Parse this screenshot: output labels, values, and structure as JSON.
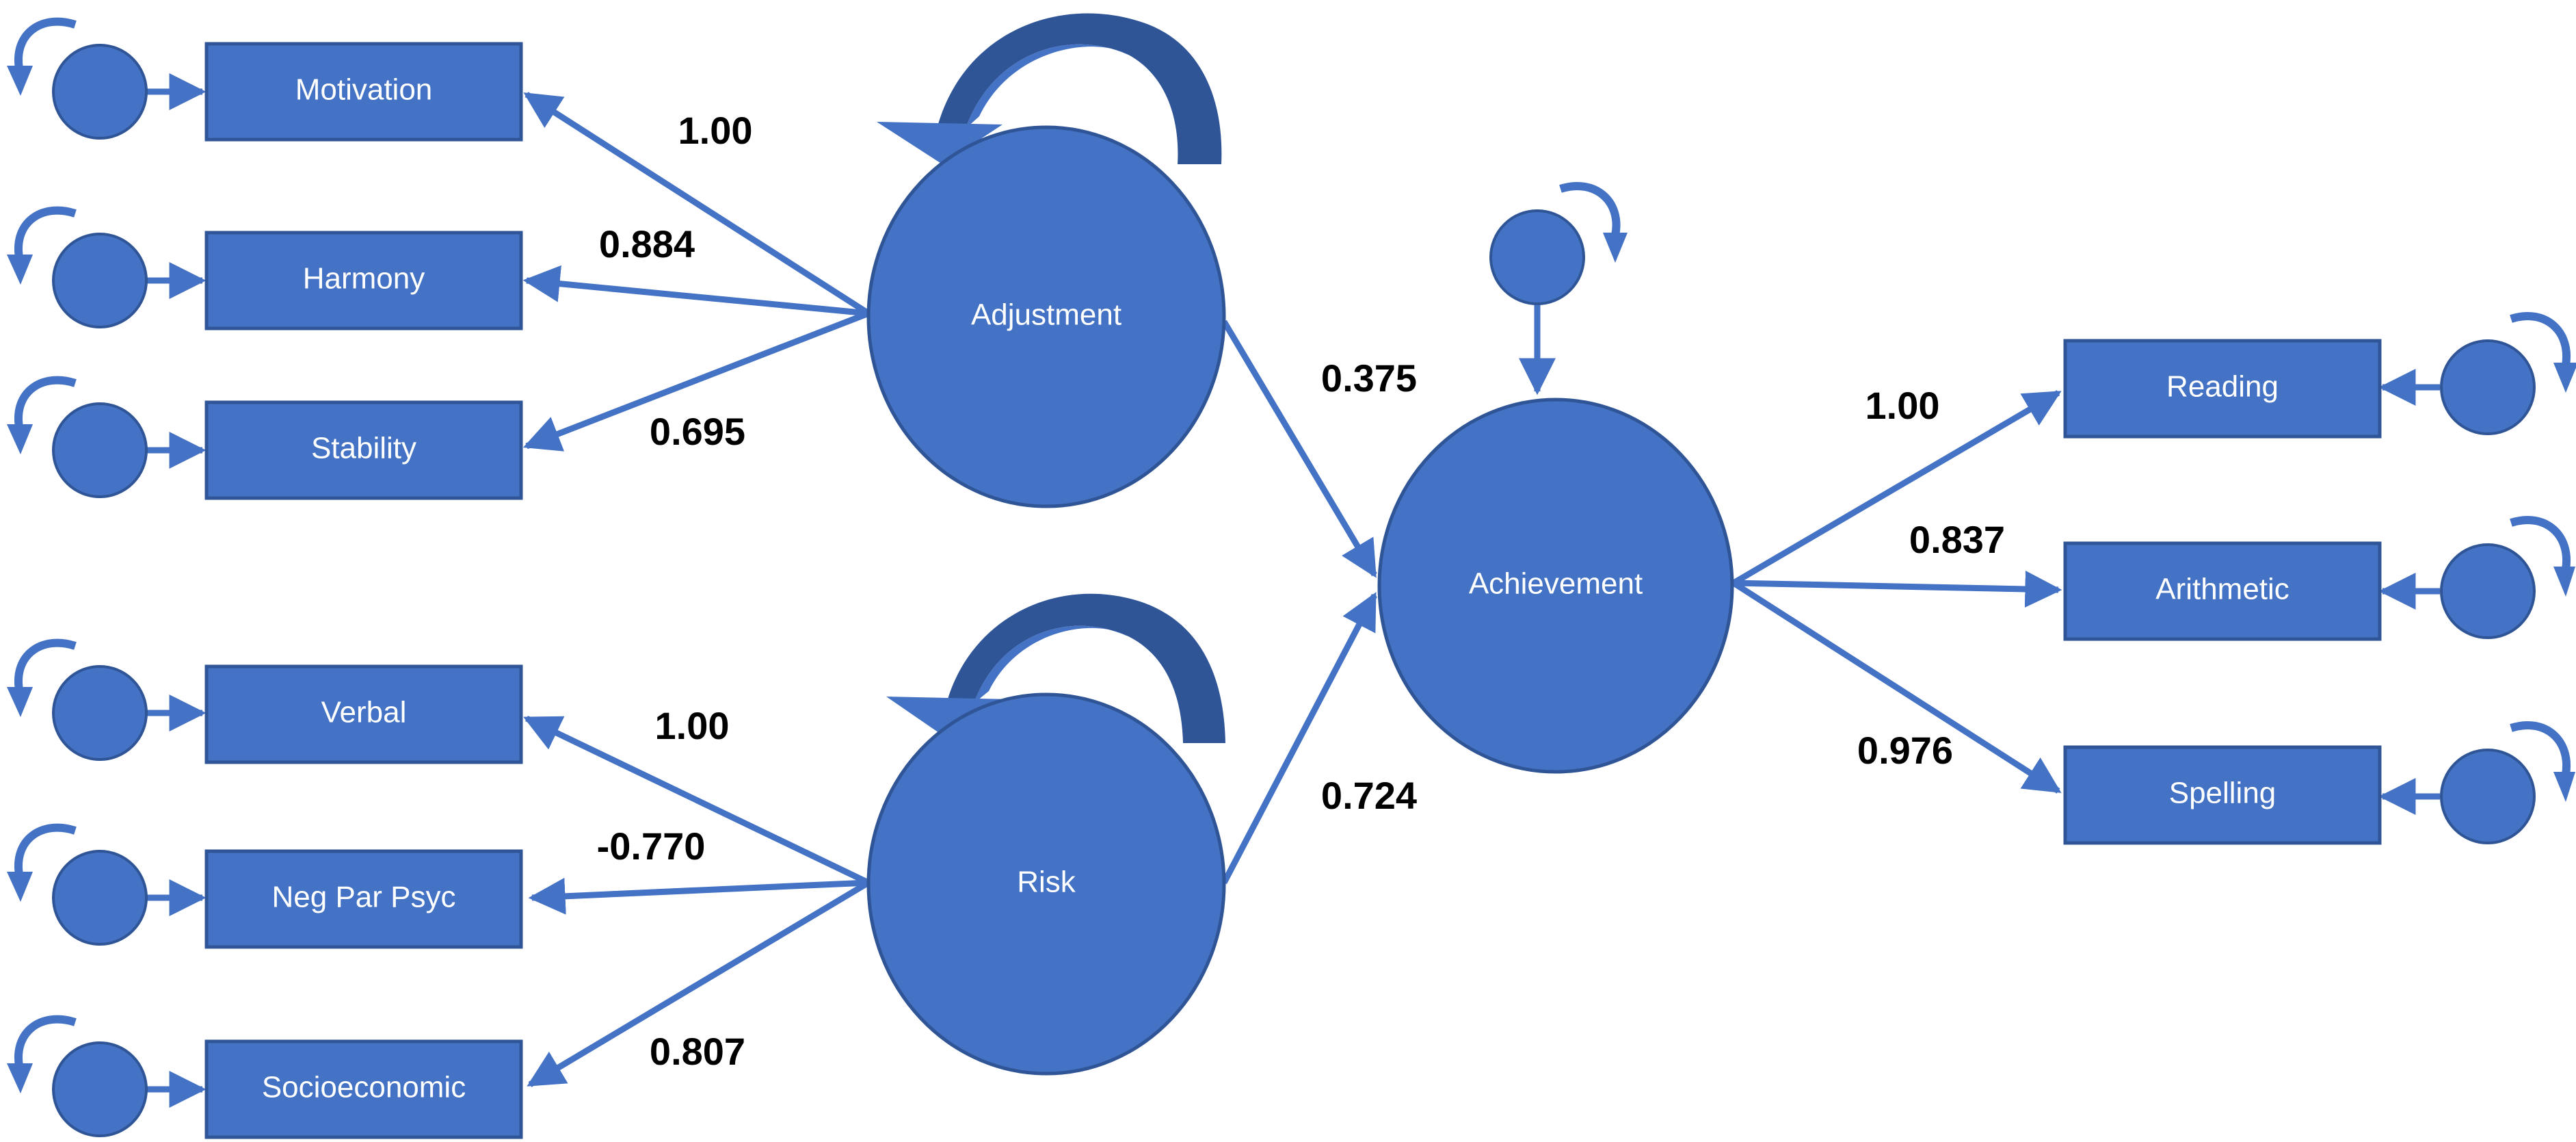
{
  "colors": {
    "fill": "#4472c4",
    "stroke": "#2f5597",
    "dark_arrow": "#2f5597",
    "edge": "#4472c4",
    "text_on_node": "#ffffff",
    "coef_text": "#000000"
  },
  "latent": {
    "adjustment": "Adjustment",
    "risk": "Risk",
    "achievement": "Achievement"
  },
  "indicators": {
    "motivation": "Motivation",
    "harmony": "Harmony",
    "stability": "Stability",
    "verbal": "Verbal",
    "neg_par_psyc": "Neg Par Psyc",
    "socioeconomic": "Socioeconomic",
    "reading": "Reading",
    "arithmetic": "Arithmetic",
    "spelling": "Spelling"
  },
  "coefficients": {
    "adjustment_motivation": "1.00",
    "adjustment_harmony": "0.884",
    "adjustment_stability": "0.695",
    "risk_verbal": "1.00",
    "risk_neg_par_psyc": "-0.770",
    "risk_socioeconomic": "0.807",
    "adjustment_achievement": "0.375",
    "risk_achievement": "0.724",
    "achievement_reading": "1.00",
    "achievement_arithmetic": "0.837",
    "achievement_spelling": "0.976"
  },
  "icons": {
    "error_term": "circle-icon",
    "residual_variance": "curved-arrow-icon"
  }
}
